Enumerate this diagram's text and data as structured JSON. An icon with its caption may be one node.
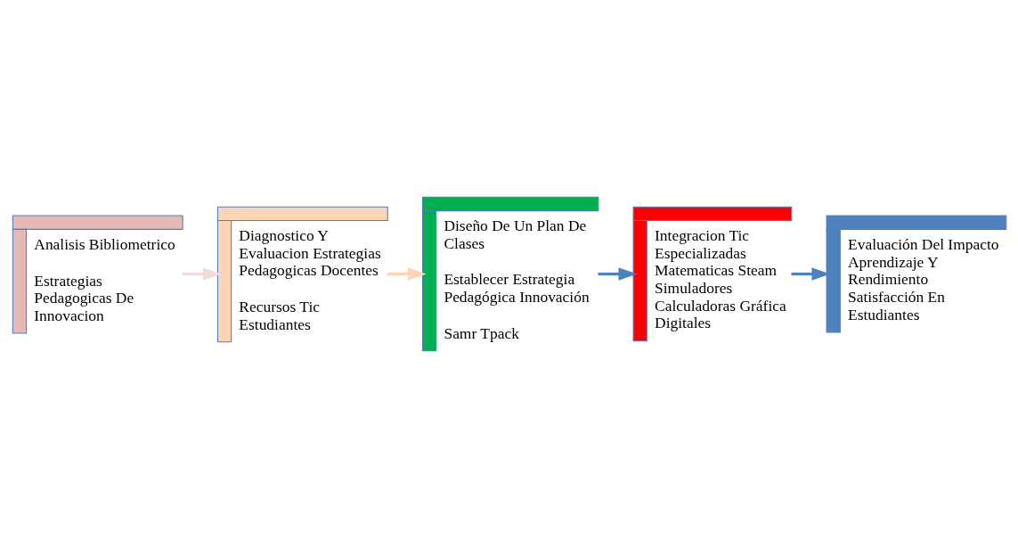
{
  "diagram": {
    "nodes": [
      {
        "text": [
          "Analisis Bibliometrico",
          "Estrategias Pedagogicas De Innovacion"
        ]
      },
      {
        "text": [
          "Diagnostico Y Evaluacion Estrategias Pedagogicas Docentes",
          "Recursos Tic Estudiantes"
        ]
      },
      {
        "text": [
          "Diseño De Un Plan De Clases",
          "Establecer Estrategia Pedagógica Innovación",
          "Samr Tpack"
        ]
      },
      {
        "text": [
          "Integracion Tic Especializadas Matematicas Steam Simuladores Calculadoras Gráfica Digitales"
        ]
      },
      {
        "text": [
          "Evaluación Del Impacto Aprendizaje Y Rendimiento Satisfacción En Estudiantes"
        ]
      }
    ],
    "edges": [
      {
        "from": 0,
        "to": 1,
        "arrow": "to",
        "color": "#f2dcdb"
      },
      {
        "from": 1,
        "to": 2,
        "arrow": "to",
        "color": "#fbd5b5"
      },
      {
        "from": 2,
        "to": 3,
        "arrow": "to"
      },
      {
        "from": 3,
        "to": 4,
        "arrow": "to"
      }
    ]
  }
}
